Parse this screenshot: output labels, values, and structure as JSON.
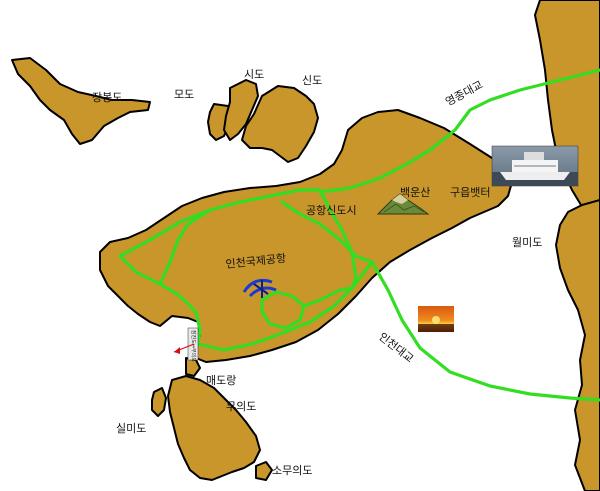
{
  "map": {
    "colors": {
      "sea": "#ffffff",
      "land": "#c8962a",
      "coast": "#000000",
      "road": "#33dd22",
      "airport_icon": "#1a3bd1",
      "sunset": "#e06010"
    },
    "labels": {
      "jangbongdo": "장봉도",
      "modo": "모도",
      "sido": "시도",
      "sindo": "신도",
      "yeongjong_bridge": "영종대교",
      "baegunsan": "백운산",
      "gueupbaetteo": "구읍뱃터",
      "airport_city": "공항신도시",
      "incheon_airport": "인천국제공항",
      "wolmido": "월미도",
      "incheon_bridge": "인천대교",
      "maedo_port": "매도랑",
      "muuido": "무의도",
      "silmido": "실미도",
      "somuuido": "소무의도"
    },
    "icons": {
      "airport": "airplane-icon",
      "mountain": "mountain-icon",
      "ferry": "ferry-photo-icon",
      "sunset": "sunset-photo-icon",
      "direction": "red-arrow-icon"
    },
    "banner_text": "잠진도↔무의도"
  }
}
